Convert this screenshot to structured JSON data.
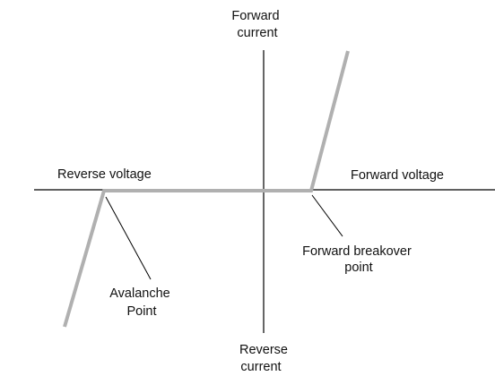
{
  "colors": {
    "axis": "#000000",
    "curve": "#b0b0b0",
    "leader": "#000000",
    "text": "#111111"
  },
  "labels": {
    "forward_current": [
      "Forward",
      "current"
    ],
    "reverse_current": [
      "Reverse",
      "current"
    ],
    "reverse_voltage": "Reverse voltage",
    "forward_voltage": "Forward voltage",
    "forward_breakover": [
      "Forward breakover",
      "point"
    ],
    "avalanche": [
      "Avalanche",
      "Point"
    ]
  }
}
